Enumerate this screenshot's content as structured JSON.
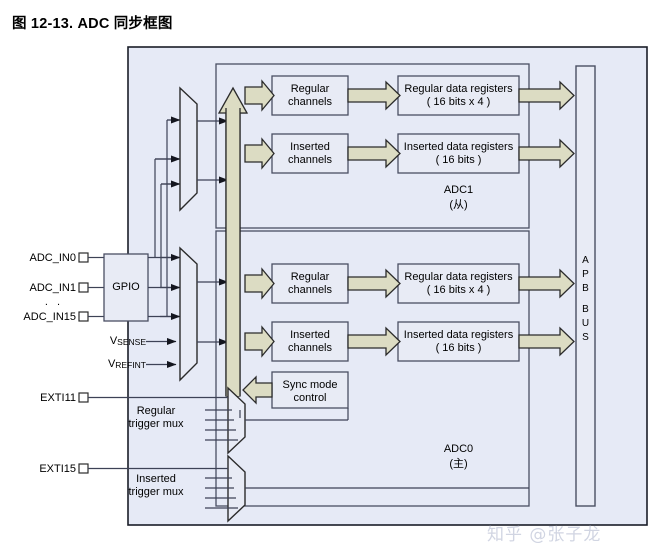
{
  "title": "图 12-13. ADC 同步框图",
  "watermark": "知乎 @张子龙",
  "colors": {
    "panel_fill": "#e6eaf6",
    "box_fill": "#e8ebf5",
    "box_stroke": "#4a4f63",
    "arrow_fill": "#dcdcc3",
    "arrow_stroke": "#2b2b2b",
    "line": "#3d4256",
    "watermark": "#c9cede"
  },
  "inputs": {
    "analog": [
      {
        "label": "ADC_IN0"
      },
      {
        "label": "ADC_IN1"
      },
      {
        "label": "ADC_IN15"
      }
    ],
    "dots": ".      .",
    "vsense": {
      "prefix": "V",
      "suffix": "SENSE"
    },
    "vrefint": {
      "prefix": "V",
      "suffix": "REFINT"
    },
    "exti": [
      {
        "label": "EXTI11"
      },
      {
        "label": "EXTI15"
      }
    ]
  },
  "blocks": {
    "gpio": "GPIO",
    "sync_mode": {
      "line1": "Sync mode",
      "line2": "control"
    },
    "regular_trigger_mux": {
      "line1": "Regular",
      "line2": "trigger mux"
    },
    "inserted_trigger_mux": {
      "line1": "Inserted",
      "line2": "trigger mux"
    }
  },
  "apb_bus": {
    "name": "APB BUS",
    "letters": [
      "A",
      "P",
      "B",
      "B",
      "U",
      "S"
    ]
  },
  "adc_units": [
    {
      "id": "adc1",
      "name": "ADC1",
      "role": "(从)",
      "regular_channels": {
        "line1": "Regular",
        "line2": "channels"
      },
      "inserted_channels": {
        "line1": "Inserted",
        "line2": "channels"
      },
      "regular_registers": {
        "line1": "Regular data registers",
        "line2": "( 16 bits x 4 )"
      },
      "inserted_registers": {
        "line1": "Inserted data registers",
        "line2": "( 16 bits )"
      }
    },
    {
      "id": "adc0",
      "name": "ADC0",
      "role": "(主)",
      "regular_channels": {
        "line1": "Regular",
        "line2": "channels"
      },
      "inserted_channels": {
        "line1": "Inserted",
        "line2": "channels"
      },
      "regular_registers": {
        "line1": "Regular data registers",
        "line2": "( 16 bits x 4 )"
      },
      "inserted_registers": {
        "line1": "Inserted data registers",
        "line2": "( 16 bits )"
      }
    }
  ]
}
